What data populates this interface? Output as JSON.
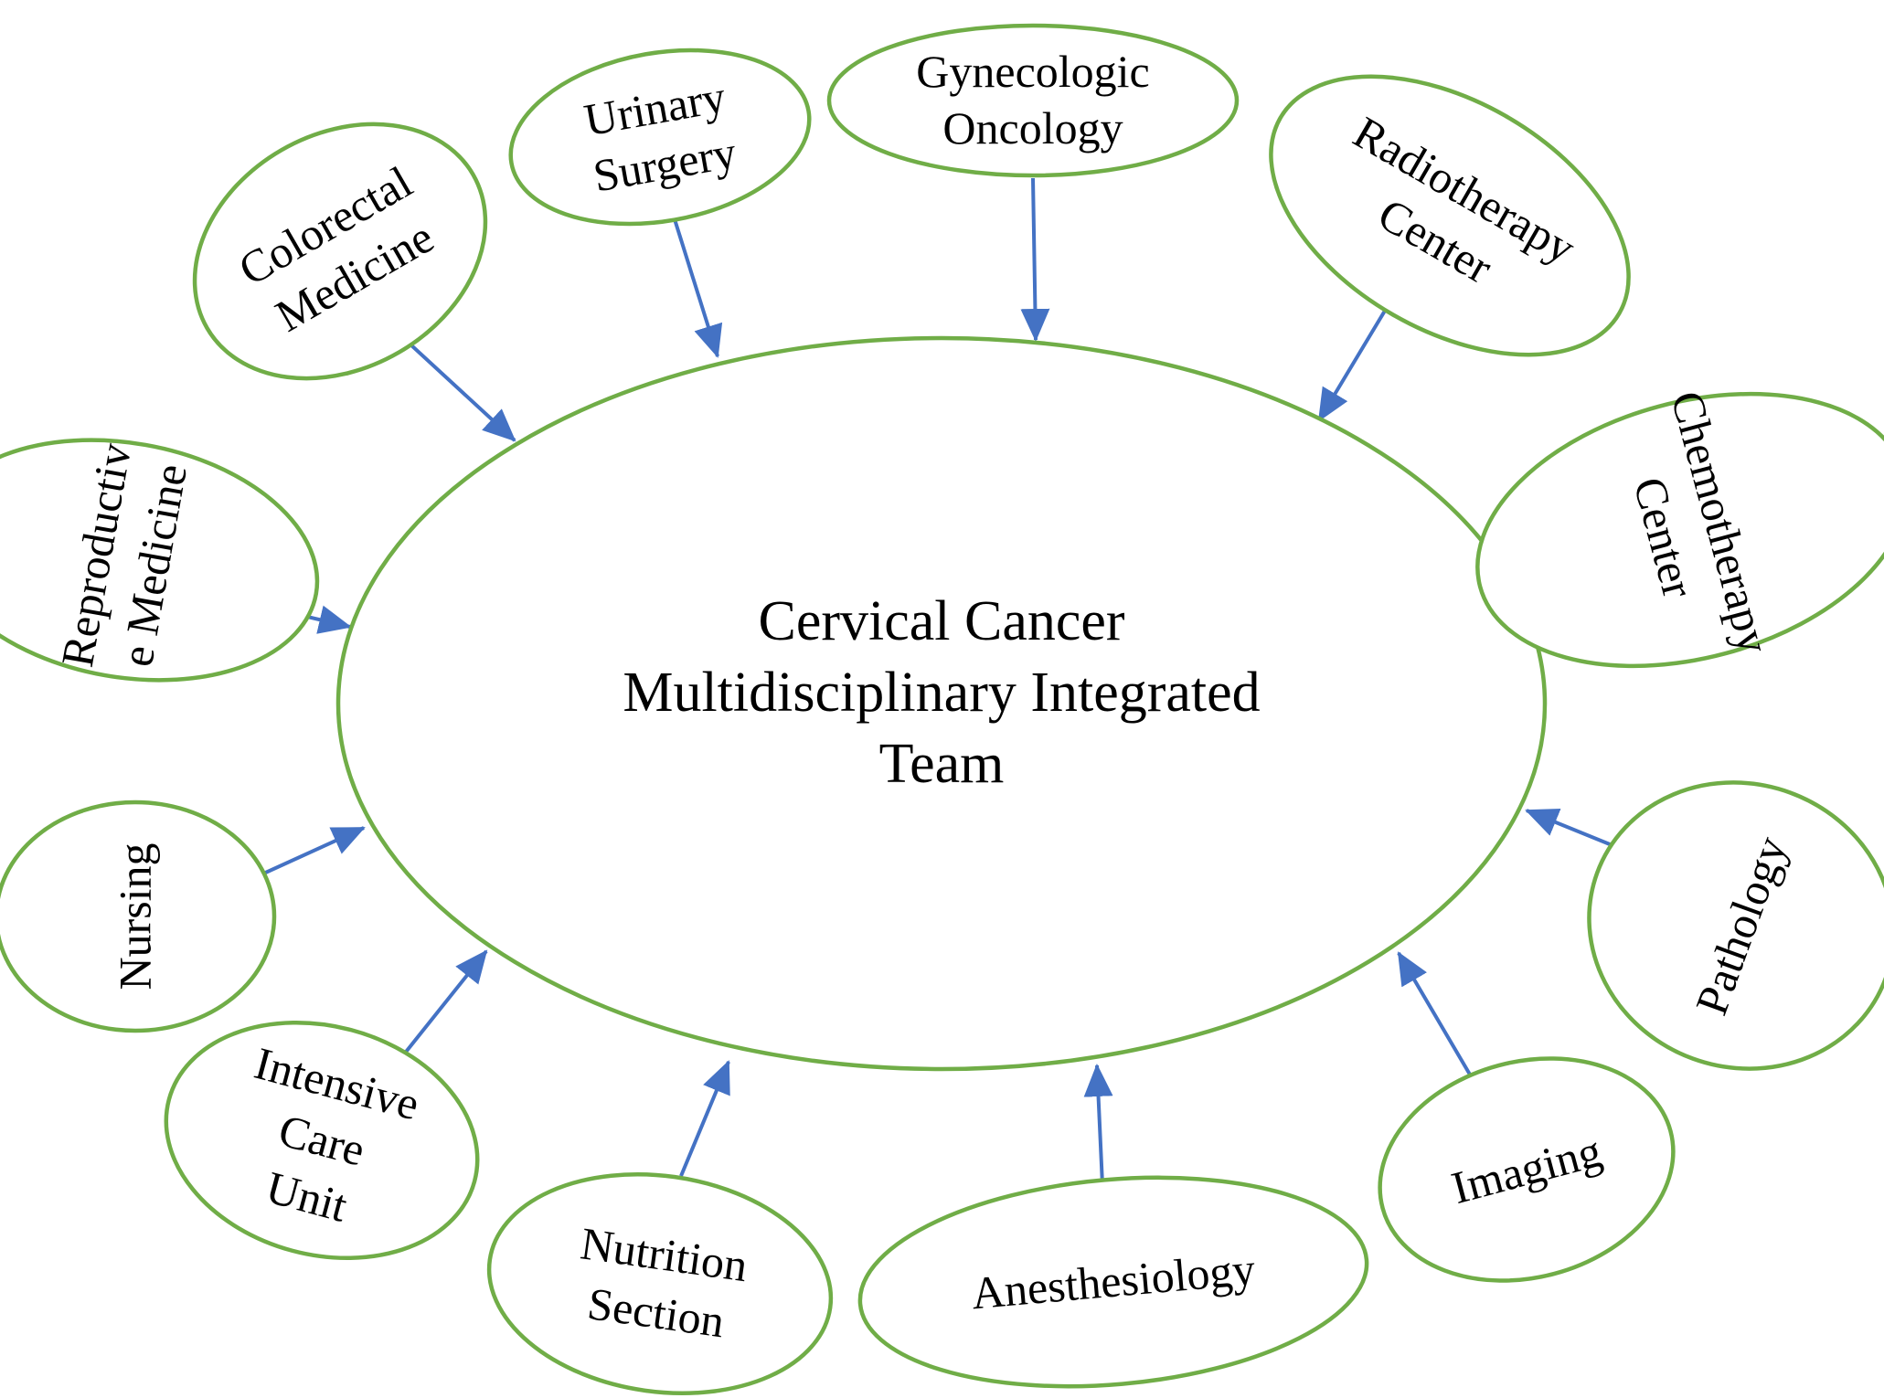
{
  "colors": {
    "ellipse_stroke": "#70ad47",
    "arrow": "#4472c4",
    "text": "#000000",
    "background": "#ffffff"
  },
  "center": {
    "lines": [
      "Cervical Cancer",
      "Multidisciplinary Integrated",
      "Team"
    ]
  },
  "nodes": [
    {
      "id": "gynecologic-oncology",
      "lines": [
        "Gynecologic",
        "Oncology"
      ]
    },
    {
      "id": "urinary-surgery",
      "lines": [
        "Urinary",
        "Surgery"
      ]
    },
    {
      "id": "colorectal-medicine",
      "lines": [
        "Colorectal",
        "Medicine"
      ]
    },
    {
      "id": "reproductive-medicine",
      "lines": [
        "Reproductiv",
        "e Medicine"
      ]
    },
    {
      "id": "nursing",
      "lines": [
        "Nursing"
      ]
    },
    {
      "id": "intensive-care-unit",
      "lines": [
        "Intensive",
        "Care",
        "Unit"
      ]
    },
    {
      "id": "nutrition-section",
      "lines": [
        "Nutrition",
        "Section"
      ]
    },
    {
      "id": "anesthesiology",
      "lines": [
        "Anesthesiology"
      ]
    },
    {
      "id": "imaging",
      "lines": [
        "Imaging"
      ]
    },
    {
      "id": "pathology",
      "lines": [
        "Pathology"
      ]
    },
    {
      "id": "chemotherapy-center",
      "lines": [
        "Chemotherapy",
        "Center"
      ]
    },
    {
      "id": "radiotherapy-center",
      "lines": [
        "Radiotherapy",
        "Center"
      ]
    }
  ]
}
